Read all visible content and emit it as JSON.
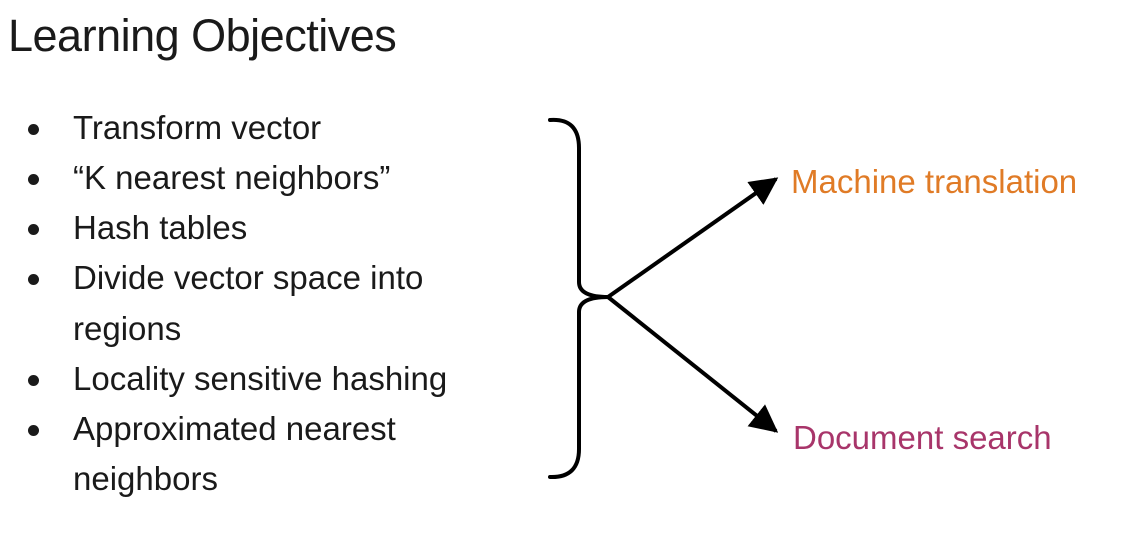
{
  "title": "Learning Objectives",
  "objectives": [
    {
      "lines": [
        "Transform vector"
      ]
    },
    {
      "lines": [
        "“K nearest neighbors”"
      ]
    },
    {
      "lines": [
        "Hash tables"
      ]
    },
    {
      "lines": [
        "Divide vector space into",
        "regions"
      ]
    },
    {
      "lines": [
        "Locality sensitive hashing"
      ]
    },
    {
      "lines": [
        "Approximated nearest",
        "neighbors"
      ]
    }
  ],
  "outcomes": [
    {
      "label": "Machine translation",
      "color": "#e07b26"
    },
    {
      "label": "Document search",
      "color": "#a8356a"
    }
  ]
}
